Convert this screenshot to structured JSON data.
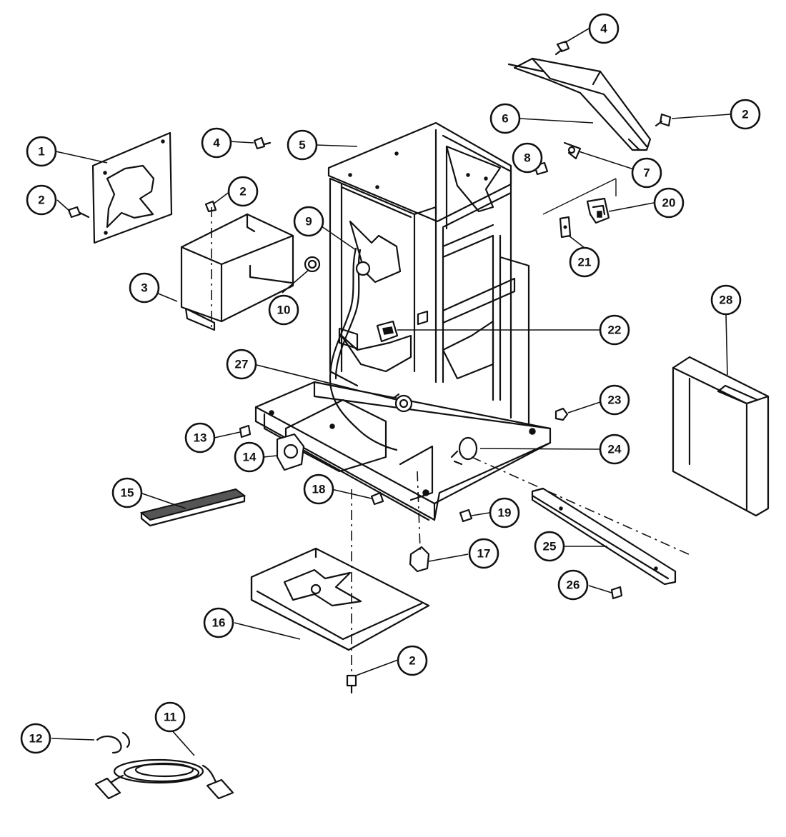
{
  "callouts": [
    {
      "id": "c1",
      "label": "1"
    },
    {
      "id": "c2a",
      "label": "2"
    },
    {
      "id": "c2b",
      "label": "2"
    },
    {
      "id": "c2c",
      "label": "2"
    },
    {
      "id": "c2d",
      "label": "2"
    },
    {
      "id": "c3",
      "label": "3"
    },
    {
      "id": "c4a",
      "label": "4"
    },
    {
      "id": "c4b",
      "label": "4"
    },
    {
      "id": "c5",
      "label": "5"
    },
    {
      "id": "c6",
      "label": "6"
    },
    {
      "id": "c7",
      "label": "7"
    },
    {
      "id": "c8",
      "label": "8"
    },
    {
      "id": "c9",
      "label": "9"
    },
    {
      "id": "c10",
      "label": "10"
    },
    {
      "id": "c11",
      "label": "11"
    },
    {
      "id": "c12",
      "label": "12"
    },
    {
      "id": "c13",
      "label": "13"
    },
    {
      "id": "c14",
      "label": "14"
    },
    {
      "id": "c15",
      "label": "15"
    },
    {
      "id": "c16",
      "label": "16"
    },
    {
      "id": "c17",
      "label": "17"
    },
    {
      "id": "c18",
      "label": "18"
    },
    {
      "id": "c19",
      "label": "19"
    },
    {
      "id": "c20",
      "label": "20"
    },
    {
      "id": "c21",
      "label": "21"
    },
    {
      "id": "c22",
      "label": "22"
    },
    {
      "id": "c23",
      "label": "23"
    },
    {
      "id": "c24",
      "label": "24"
    },
    {
      "id": "c25",
      "label": "25"
    },
    {
      "id": "c26",
      "label": "26"
    },
    {
      "id": "c27",
      "label": "27"
    },
    {
      "id": "c28",
      "label": "28"
    }
  ]
}
